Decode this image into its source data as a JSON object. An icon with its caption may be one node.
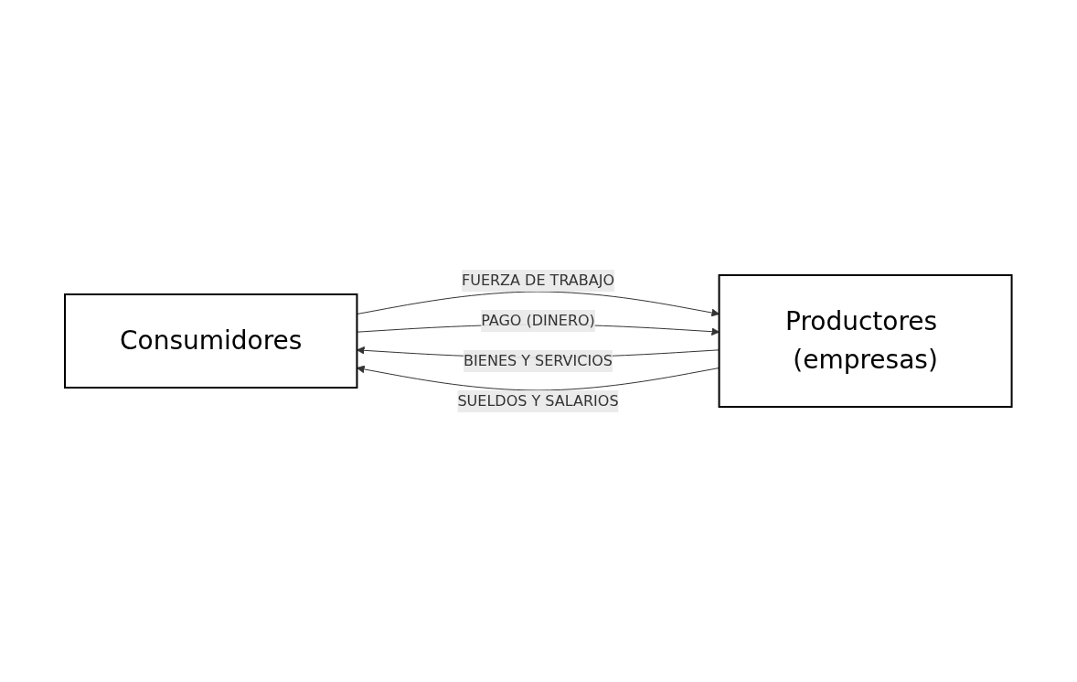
{
  "diagram": {
    "nodes": [
      {
        "text": [
          "Consumidores"
        ]
      },
      {
        "text": [
          "Productores (empresas)"
        ]
      }
    ],
    "edges": [
      {
        "from": 0,
        "to": 1,
        "arrow": "to",
        "label": "FUERZA DE TRABAJO"
      },
      {
        "from": 0,
        "to": 1,
        "arrow": "to",
        "label": "PAGO (DINERO)"
      },
      {
        "from": 1,
        "to": 0,
        "arrow": "to",
        "label": "BIENES Y SERVICIOS"
      },
      {
        "from": 1,
        "to": 0,
        "arrow": "to",
        "label": "SUELDOS Y SALARIOS"
      }
    ]
  }
}
